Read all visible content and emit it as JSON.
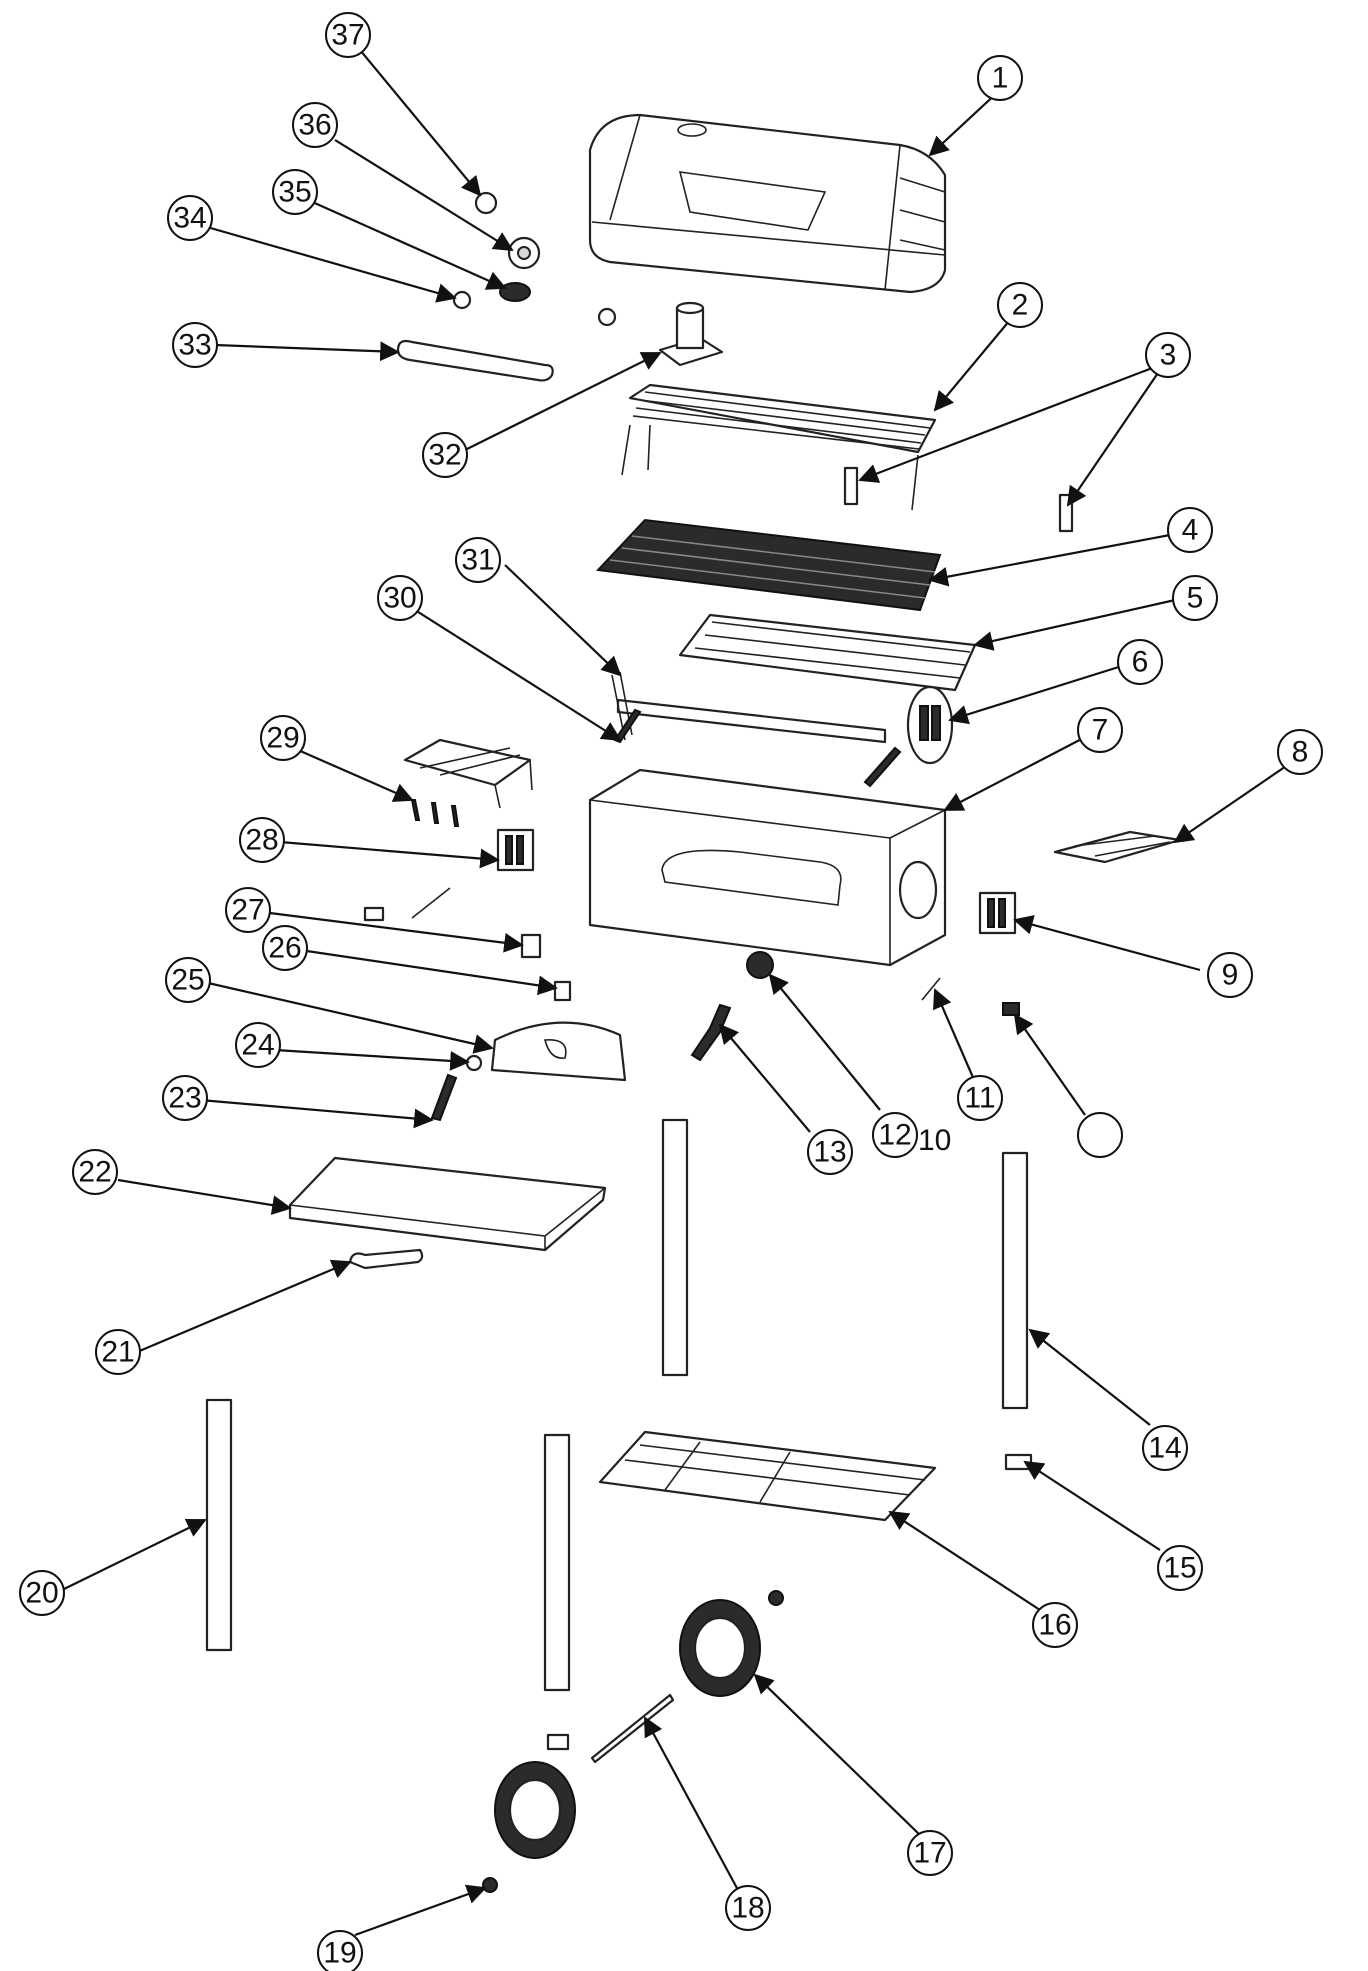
{
  "diagram": {
    "callouts": [
      "1",
      "2",
      "3",
      "4",
      "5",
      "6",
      "7",
      "8",
      "9",
      "11",
      "12",
      "13",
      "14",
      "15",
      "16",
      "17",
      "18",
      "19",
      "20",
      "21",
      "22",
      "23",
      "24",
      "25",
      "26",
      "27",
      "28",
      "29",
      "30",
      "31",
      "32",
      "33",
      "34",
      "35",
      "36",
      "37",
      ""
    ],
    "loose_label": "10"
  },
  "colors": {
    "line": "#111111",
    "background": "#ffffff",
    "fill_dark": "#2b2b2b"
  }
}
